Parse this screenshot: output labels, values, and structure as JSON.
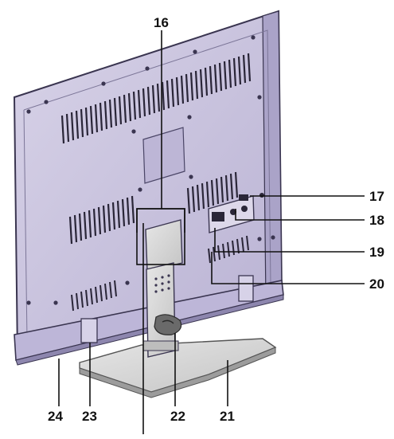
{
  "callouts": {
    "c16": "16",
    "c17": "17",
    "c18": "18",
    "c19": "19",
    "c20": "20",
    "c21": "21",
    "c22": "22",
    "c23": "23",
    "c24": "24"
  },
  "colors": {
    "panel": "#c9c3dc",
    "panel_dark": "#a9a2c6",
    "outline": "#3a3550",
    "vent": "#2a2638",
    "stand": "#d6d6d6",
    "stand_dark": "#b2b2b2"
  }
}
